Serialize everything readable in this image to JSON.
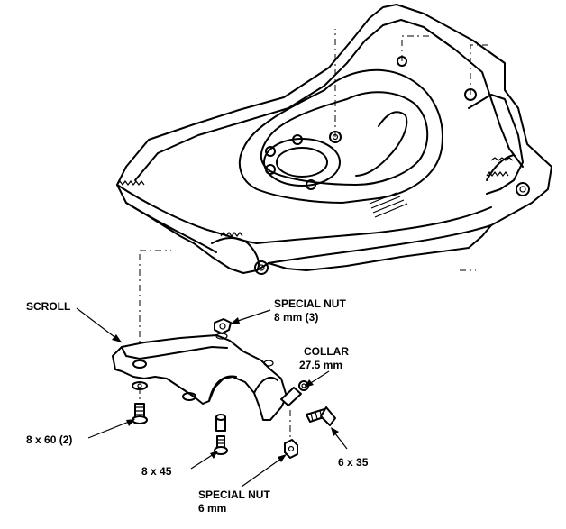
{
  "labels": {
    "scroll": "SCROLL",
    "special_nut_8_line1": "SPECIAL NUT",
    "special_nut_8_line2": "8 mm (3)",
    "collar_line1": "COLLAR",
    "collar_line2": "27.5 mm",
    "bolt_8x60": "8 x 60 (2)",
    "bolt_8x45": "8 x 45",
    "bolt_6x35": "6 x 35",
    "special_nut_6_line1": "SPECIAL NUT",
    "special_nut_6_line2": "6 mm"
  }
}
